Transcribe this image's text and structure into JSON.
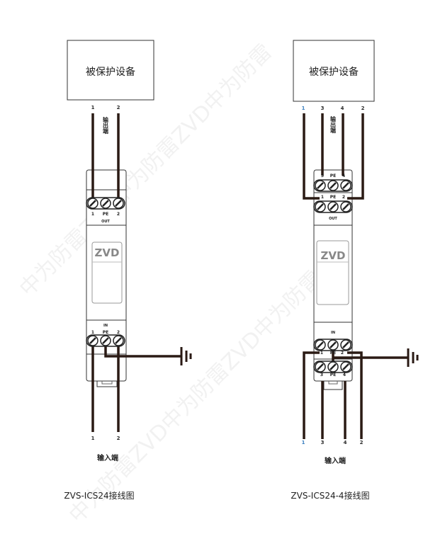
{
  "left": {
    "device_label": "被保护设备",
    "output_label": "输出端",
    "top_wire_labels": [
      "1",
      "2"
    ],
    "out_terminals": [
      "1",
      "PE",
      "2"
    ],
    "out_text": "OUT",
    "brand": "ZVD",
    "in_text": "IN",
    "in_terminals": [
      "1",
      "PE",
      "2"
    ],
    "bottom_wire_labels": [
      "1",
      "2"
    ],
    "input_label": "输入端",
    "caption": "ZVS-ICS24接线图"
  },
  "right": {
    "device_label": "被保护设备",
    "output_label": "输出端",
    "top_wire_labels": [
      "1",
      "3",
      "4",
      "2"
    ],
    "aux_top_terminals": [
      "3",
      "PE",
      "4"
    ],
    "out_terminals": [
      "1",
      "PE",
      "2"
    ],
    "out_text": "OUT",
    "brand": "ZVD",
    "in_text": "IN",
    "in_terminals": [
      "1",
      "PE",
      "2"
    ],
    "aux_bottom_terminals": [
      "3",
      "PE",
      "4"
    ],
    "bottom_wire_labels": [
      "1",
      "3",
      "4",
      "2"
    ],
    "input_label": "输入端",
    "caption": "ZVS-ICS24-4接线图"
  },
  "watermark": "中为防雷ZVD中为防雷ZVD中为防雷"
}
